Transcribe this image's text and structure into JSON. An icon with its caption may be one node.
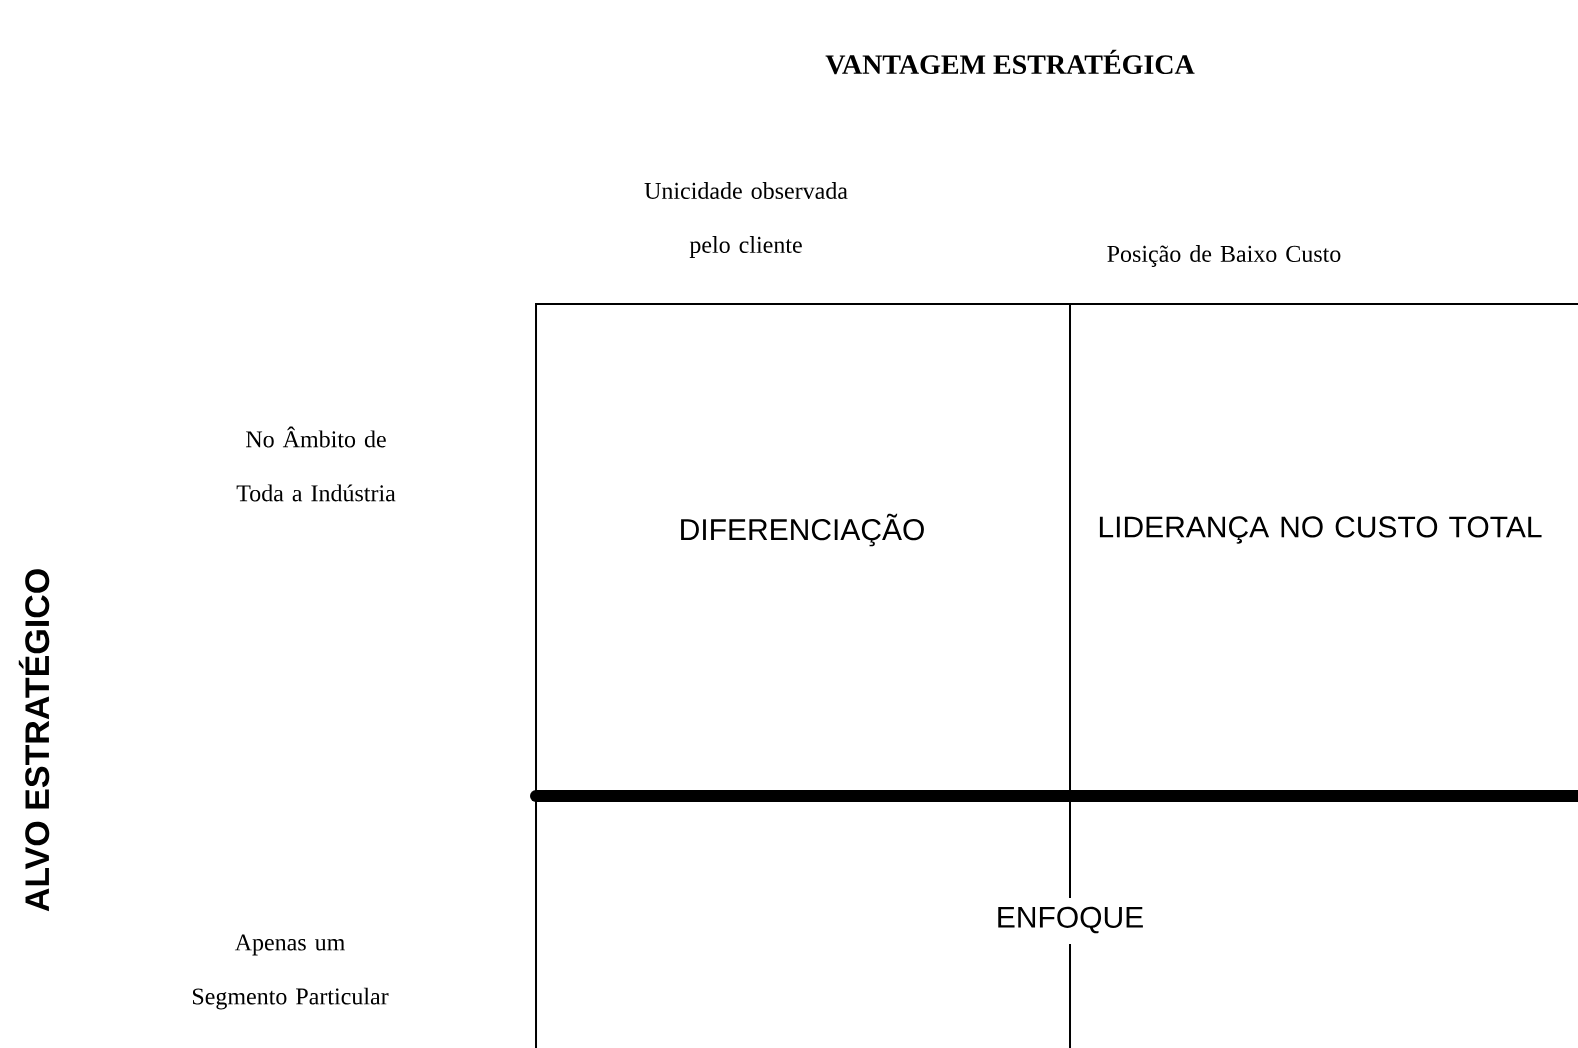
{
  "diagram": {
    "title": "VANTAGEM ESTRATÉGICA",
    "nodes": [
      {
        "text": [
          "DIFERENCIAÇÃO"
        ]
      },
      {
        "text": [
          "LIDERANÇA NO CUSTO TOTAL"
        ]
      },
      {
        "text": [
          "ENFOQUE"
        ]
      }
    ],
    "labels": [
      "Unicidade observada pelo cliente",
      "Posição de Baixo Custo",
      "No Âmbito de Toda a Indústria",
      "Apenas um Segmento Particular",
      "ALVO ESTRATÉGICO"
    ]
  }
}
